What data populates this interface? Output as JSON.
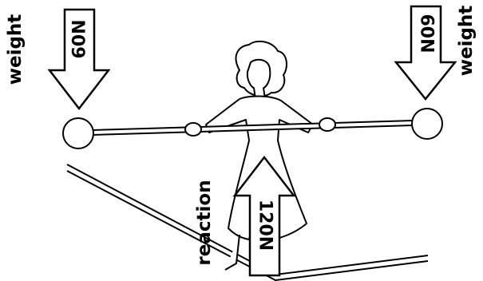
{
  "forces": {
    "left": {
      "label": "weight",
      "value": "60N"
    },
    "right": {
      "label": "weight",
      "value": "60N"
    },
    "center": {
      "label": "reaction",
      "value": "120N"
    }
  },
  "figure": {
    "subject": "tightrope walker balancing a pole",
    "colors": {
      "stroke": "#000000",
      "fill": "#ffffff"
    }
  }
}
